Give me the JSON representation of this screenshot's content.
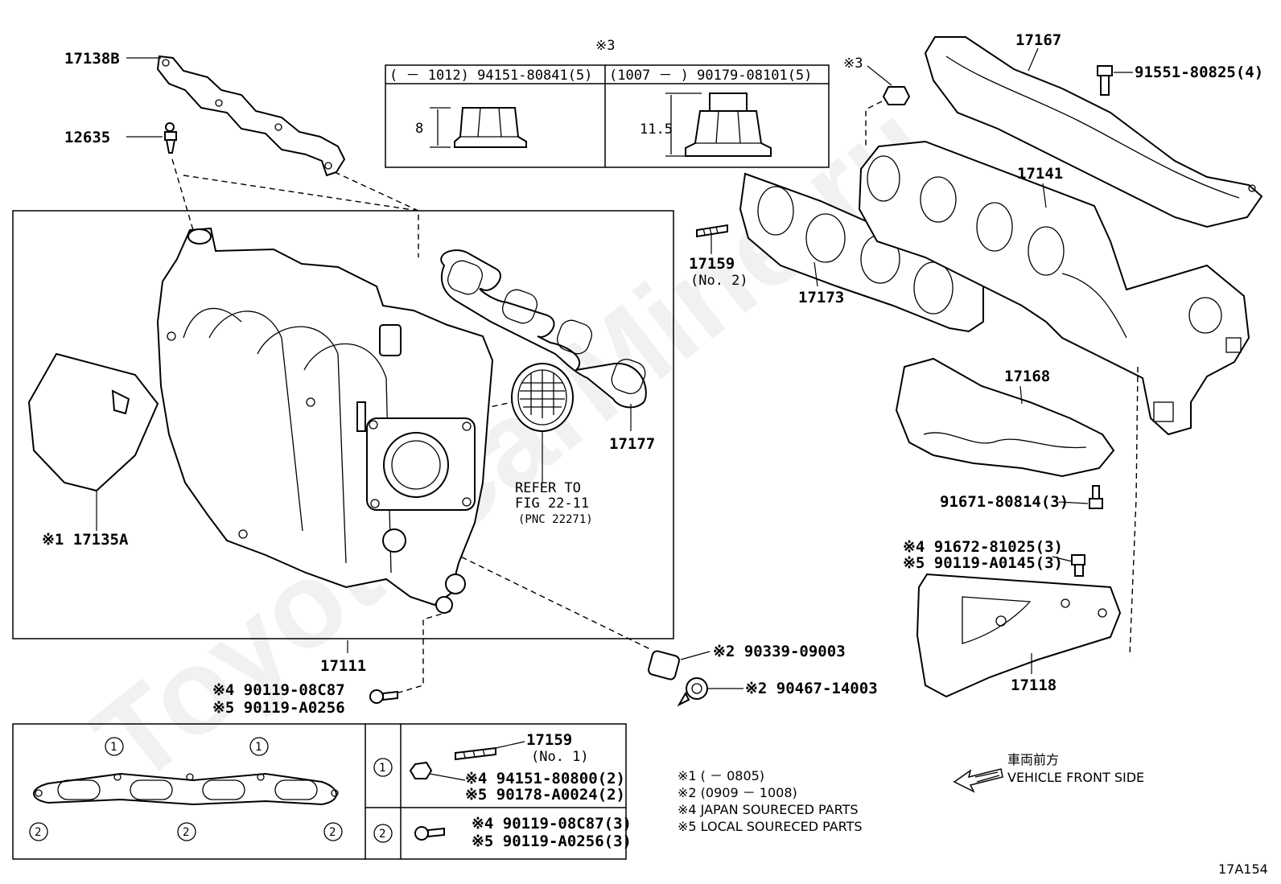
{
  "watermark": "ToyotaCarMine.ru",
  "fig_code": "17A154",
  "nut_table": {
    "note": "※3",
    "left_head": "(      － 1012) 94151-80841(5)",
    "right_head": "(1007 －      ) 90179-08101(5)",
    "left_dim": "8",
    "right_dim": "11.5"
  },
  "parts": {
    "p17138B": "17138B",
    "p12635": "12635",
    "p17135A": "※1 17135A",
    "p17111": "17111",
    "p17177": "17177",
    "refer_line1": "REFER TO",
    "refer_line2": "FIG 22-11",
    "refer_line3": "(PNC 22271)",
    "p17159_no2": "17159",
    "p17159_no2_sub": "(No. 2)",
    "p17173": "17173",
    "p17167": "17167",
    "p17141": "17141",
    "p17168": "17168",
    "p17118": "17118",
    "note3_nut": "※3",
    "p91551": "91551-80825(4)",
    "p91671": "91671-80814(3)",
    "p91672": "※4 91672-81025(3)",
    "p90119_a0145": "※5 90119-A0145(3)",
    "p90339": "※2  90339-09003",
    "p90467": "※2  90467-14003",
    "p90119_08c87": "※4 90119-08C87",
    "p90119_a0256": "※5 90119-A0256"
  },
  "detail_table": {
    "circle1": "1",
    "circle2": "2",
    "row1_part": "17159",
    "row1_sub": "(No. 1)",
    "row1_a": "※4 94151-80800(2)",
    "row1_b": "※5 90178-A0024(2)",
    "row2_a": "※4 90119-08C87(3)",
    "row2_b": "※5 90119-A0256(3)"
  },
  "notes": [
    "※1 (      － 0805)",
    "※2 (0909 － 1008)",
    "※4 JAPAN SOURECED PARTS",
    "※5 LOCAL SOURECED PARTS"
  ],
  "direction": {
    "jp": "車両前方",
    "en": "VEHICLE FRONT SIDE"
  }
}
